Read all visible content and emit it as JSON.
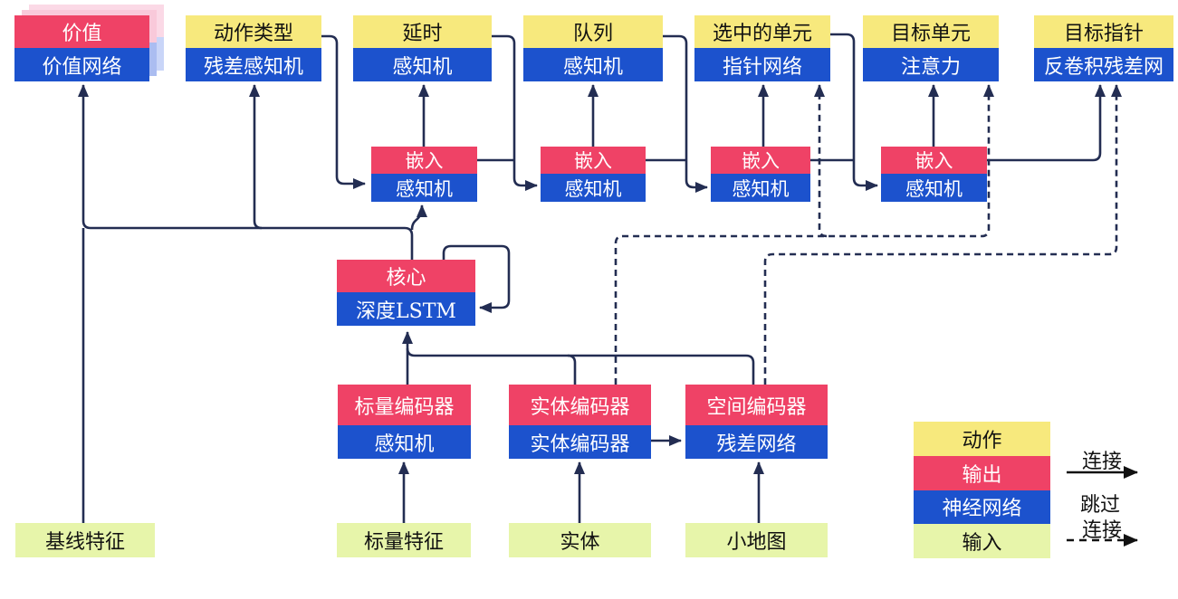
{
  "heads": [
    {
      "top": "价值",
      "bottom": "价值网络",
      "type": "output"
    },
    {
      "top": "动作类型",
      "bottom": "残差感知机",
      "type": "action"
    },
    {
      "top": "延时",
      "bottom": "感知机",
      "type": "action"
    },
    {
      "top": "队列",
      "bottom": "感知机",
      "type": "action"
    },
    {
      "top": "选中的单元",
      "bottom": "指针网络",
      "type": "action"
    },
    {
      "top": "目标单元",
      "bottom": "注意力",
      "type": "action"
    },
    {
      "top": "目标指针",
      "bottom": "反卷积残差网",
      "type": "action"
    }
  ],
  "embeddings": [
    {
      "top": "嵌入",
      "bottom": "感知机"
    },
    {
      "top": "嵌入",
      "bottom": "感知机"
    },
    {
      "top": "嵌入",
      "bottom": "感知机"
    },
    {
      "top": "嵌入",
      "bottom": "感知机"
    }
  ],
  "core": {
    "top": "核心",
    "bottom": "深度LSTM"
  },
  "encoders": [
    {
      "top": "标量编码器",
      "bottom": "感知机"
    },
    {
      "top": "实体编码器",
      "bottom": "实体编码器"
    },
    {
      "top": "空间编码器",
      "bottom": "残差网络"
    }
  ],
  "inputs": [
    {
      "label": "基线特征"
    },
    {
      "label": "标量特征"
    },
    {
      "label": "实体"
    },
    {
      "label": "小地图"
    }
  ],
  "legend": {
    "rows": [
      {
        "label": "动作",
        "type": "action"
      },
      {
        "label": "输出",
        "type": "output"
      },
      {
        "label": "神经网络",
        "type": "network"
      },
      {
        "label": "输入",
        "type": "input"
      }
    ],
    "solid_arrow_label": "连接",
    "dashed_arrow_label_line1": "跳过",
    "dashed_arrow_label_line2": "连接"
  },
  "colors": {
    "action_yellow": "#f7e97d",
    "output_red": "#ef4266",
    "network_blue": "#1c52cd",
    "input_green": "#e7f5aa",
    "connector_navy": "#232d52",
    "legend_arrow_black": "#111111",
    "ghost_pink": "#f9c9da",
    "ghost_pink_light": "#fbd9e6",
    "ghost_blue": "#abbdf1",
    "ghost_blue_light": "#c9d5f8"
  }
}
